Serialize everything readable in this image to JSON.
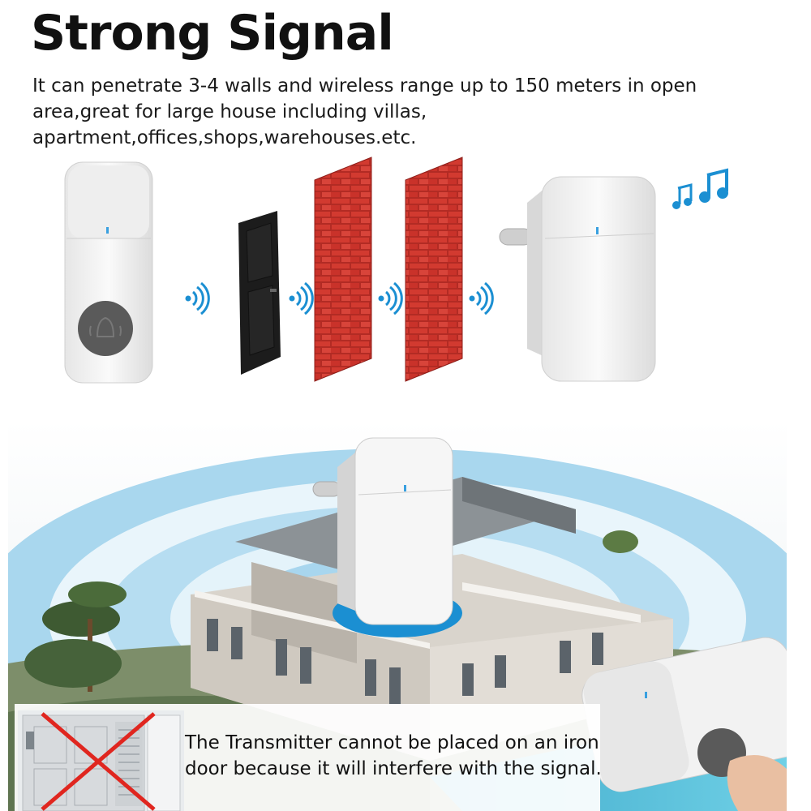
{
  "header": {
    "title": "Strong Signal",
    "description": "It can penetrate 3-4 walls and wireless range up to 150 meters in open area,great for large house including villas, apartment,offices,shops,warehouses.etc."
  },
  "note": {
    "text": "The Transmitter cannot be placed on an iron door because it will interfere with the signal."
  },
  "icons": {
    "signal": "wifi-signal-icon",
    "music": "music-notes-icon",
    "bell": "bell-icon",
    "prohibited": "cross-icon"
  },
  "colors": {
    "brick": "#c8342b",
    "signal_blue": "#1b8fd2",
    "door": "#1c1c1c",
    "device": "#f4f4f4",
    "button": "#5a5a5a",
    "cross": "#e0261f"
  }
}
